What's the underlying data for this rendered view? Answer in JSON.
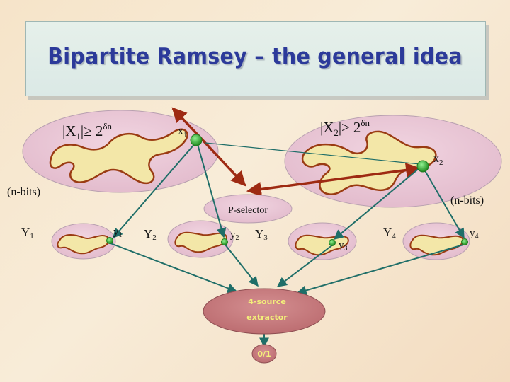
{
  "title": "Bipartite Ramsey – the general idea",
  "set1": {
    "label": "|X",
    "sub": "1",
    "rest": "|≥ 2",
    "sup": "δn"
  },
  "set2": {
    "label": "|X",
    "sub": "2",
    "rest": "|≥ 2",
    "sup": "δn"
  },
  "points": {
    "x1": "x",
    "x1_sub": "1",
    "x2": "x",
    "x2_sub": "2"
  },
  "nbits_left": "(n-bits)",
  "nbits_right": "(n-bits)",
  "selector": "P-selector",
  "Y": [
    {
      "name": "Y",
      "sub": "1",
      "y": "y",
      "ysub": "1"
    },
    {
      "name": "Y",
      "sub": "2",
      "y": "y",
      "ysub": "2"
    },
    {
      "name": "Y",
      "sub": "3",
      "y": "y",
      "ysub": "3"
    },
    {
      "name": "Y",
      "sub": "4",
      "y": "y",
      "ysub": "4"
    }
  ],
  "extractor": {
    "line1": "4-source",
    "line2": "extractor"
  },
  "output": "0/1",
  "colors": {
    "title": "#2c3a9a",
    "ellipse": "#e9c7d6",
    "blob": "#f3e7a8",
    "blob_stroke": "#9a3b12",
    "arrow_teal": "#1f6e68",
    "arrow_red": "#9e2a12",
    "node_green": "#33b233",
    "extractor_fill": "#c67c7f",
    "extractor_text": "#f3f07a"
  }
}
